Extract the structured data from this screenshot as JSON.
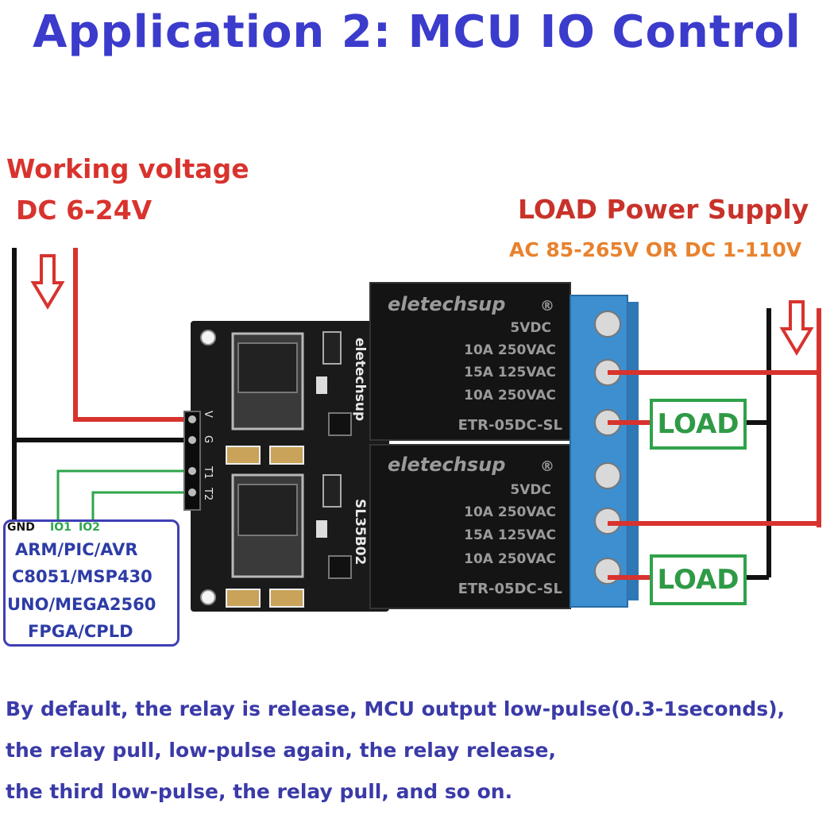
{
  "title": "Application 2: MCU IO Control",
  "working_voltage": {
    "line1": "Working voltage",
    "line2": "DC 6-24V"
  },
  "load_power_supply": {
    "title": "LOAD Power Supply",
    "range": "AC 85-265V OR DC 1-110V"
  },
  "mcu": {
    "pins": {
      "gnd": "GND",
      "io1": "IO1",
      "io2": "IO2"
    },
    "platforms": [
      "ARM/PIC/AVR",
      "C8051/MSP430",
      "UNO/MEGA2560",
      "FPGA/CPLD"
    ]
  },
  "board": {
    "brand": "eletechsup",
    "model": "SL35B02",
    "pin_labels": [
      "V",
      "G",
      "T1",
      "T2"
    ]
  },
  "relays": [
    {
      "brand": "eletechsup",
      "lines": [
        "5VDC",
        "10A 250VAC",
        "15A 125VAC",
        "10A 250VAC",
        "ETR-05DC-SL"
      ]
    },
    {
      "brand": "eletechsup",
      "lines": [
        "5VDC",
        "10A 250VAC",
        "15A 125VAC",
        "10A 250VAC",
        "ETR-05DC-SL"
      ]
    }
  ],
  "loads": [
    "LOAD",
    "LOAD"
  ],
  "notes": [
    "By default, the relay is release, MCU output low-pulse(0.3-1seconds),",
    "the relay pull, low-pulse again, the relay release,",
    "the third low-pulse, the relay pull, and so on."
  ],
  "colors": {
    "title": "#3b3bcc",
    "warning_red": "#d8332e",
    "orange": "#e8822e",
    "load_green": "#2fa24a",
    "note_blue": "#3a3aa8",
    "terminal_blue": "#3d8fd0"
  }
}
